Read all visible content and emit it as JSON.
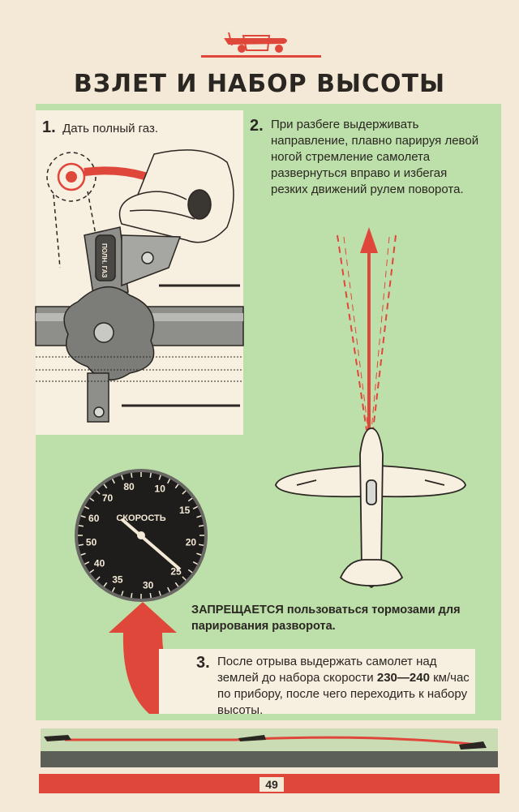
{
  "title": "ВЗЛЕТ И НАБОР ВЫСОТЫ",
  "step1": {
    "number": "1.",
    "text": "Дать полный газ."
  },
  "step2": {
    "number": "2.",
    "text": "При разбеге выдерживать направление, плавно парируя левой ногой стремление самолета развернуться вправо и избегая резких движений рулем поворота."
  },
  "step3": {
    "number": "3.",
    "text_before": "После отрыва выдержать самолет над землей до набора скорости ",
    "speed": "230—240",
    "text_after": " км/час по прибору, после чего переходить к набору высоты."
  },
  "warning": {
    "bold": "ЗАПРЕЩАЕТСЯ",
    "text": " пользоваться тормозами для парирования разворота."
  },
  "gauge": {
    "label": "СКОРОСТЬ",
    "ticks": [
      "10",
      "15",
      "20",
      "25",
      "30",
      "35",
      "40",
      "50",
      "60",
      "70",
      "80"
    ]
  },
  "throttle_label": "ПОЛН. ГАЗ",
  "page_number": "49",
  "colors": {
    "accent": "#e0473b",
    "panel": "#bde0aa",
    "paper": "#f3e9d6",
    "ink": "#2a2622"
  }
}
